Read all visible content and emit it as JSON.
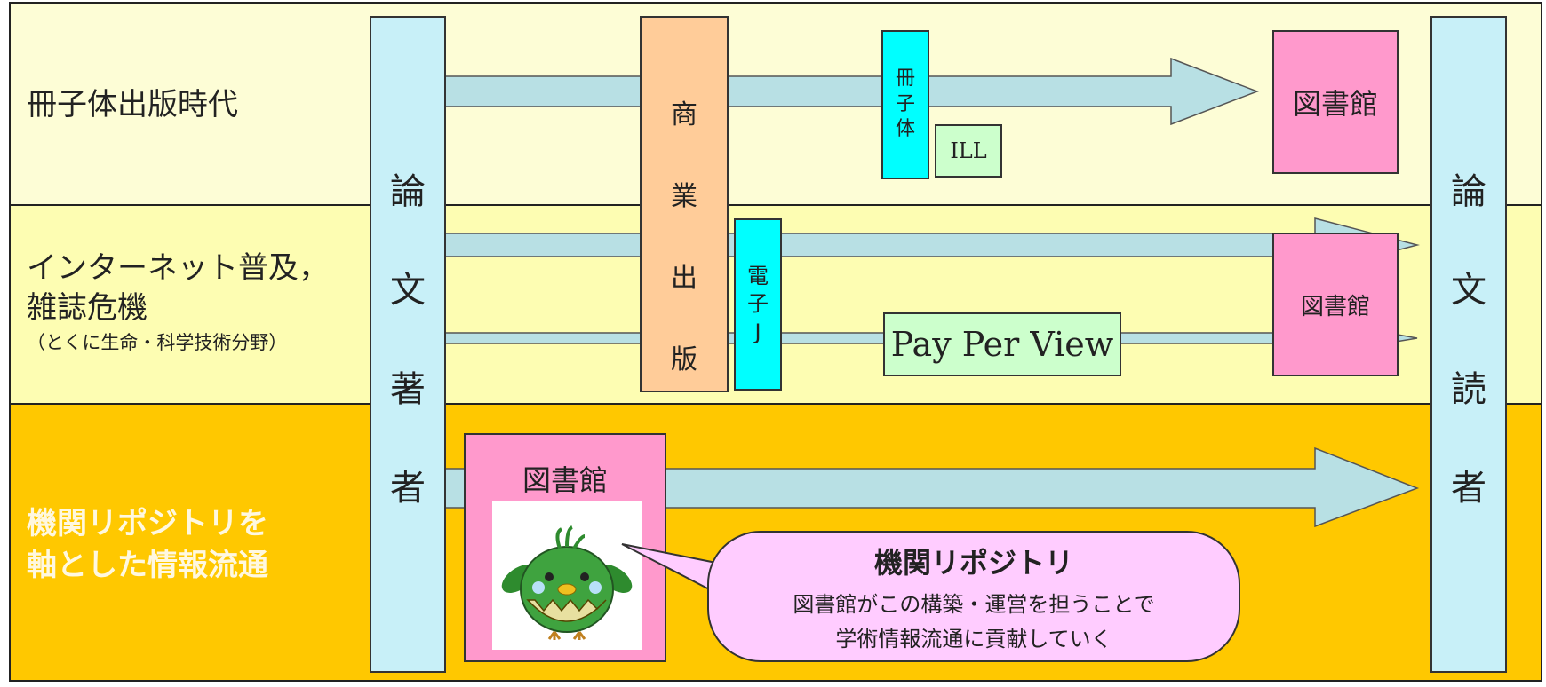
{
  "eras": {
    "era1": "冊子体出版時代",
    "era2_line1": "インターネット普及，",
    "era2_line2": "雑誌危機",
    "era2_line3": "（とくに生命・科学技術分野）",
    "era3_line1": "機関リポジトリを",
    "era3_line2": "軸とした情報流通"
  },
  "author_column": [
    "論",
    "文",
    "著",
    "者"
  ],
  "reader_column": [
    "論",
    "文",
    "読",
    "者"
  ],
  "commercial_publishing": [
    "商",
    "業",
    "出",
    "版"
  ],
  "print_box": [
    "冊",
    "子",
    "体"
  ],
  "ill_label": "ILL",
  "ejournal_box": [
    "電",
    "子",
    "J"
  ],
  "ppv_label": "Pay Per View",
  "library_top": "図書館",
  "library_middle": "図書館",
  "library_bottom": "図書館",
  "callout": {
    "title": "機関リポジトリ",
    "line1": "図書館がこの構築・運営を担うことで",
    "line2": "学術情報流通に貢献していく"
  },
  "colors": {
    "arrow": "#b8e0e4",
    "pink": "#ff99cc",
    "cyan": "#00ffff",
    "callout": "#ffccff"
  }
}
